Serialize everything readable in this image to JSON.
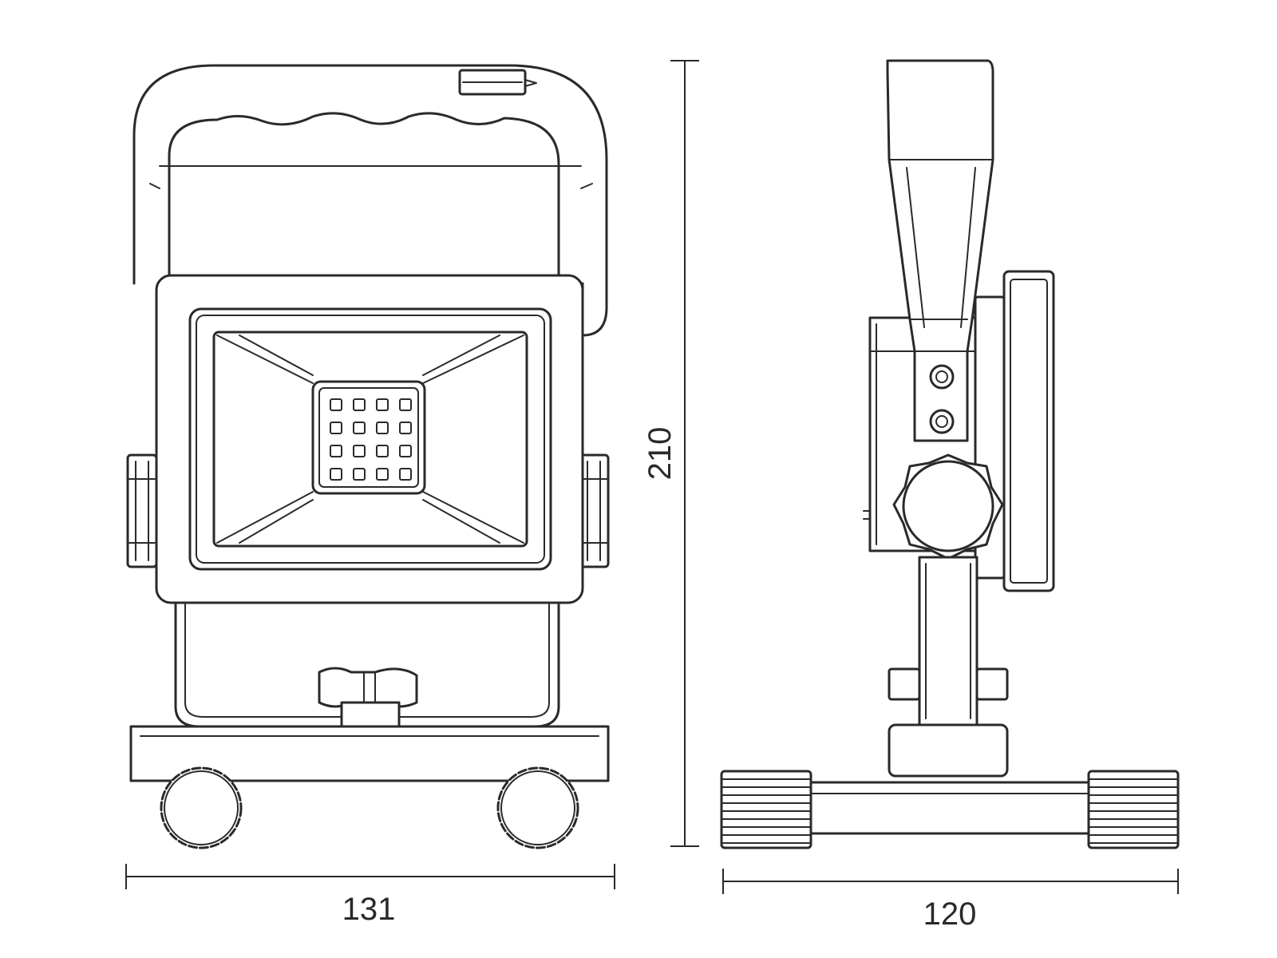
{
  "dimensions": {
    "width_front": "131",
    "height": "210",
    "depth_side": "120"
  },
  "led_grid": {
    "rows": 4,
    "cols": 4
  },
  "colors": {
    "line": "#2a2a2a",
    "background": "#ffffff"
  }
}
